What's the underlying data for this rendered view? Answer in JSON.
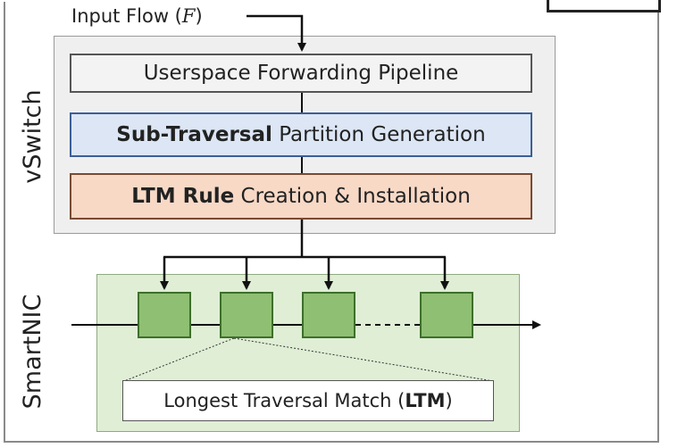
{
  "input": {
    "prefix": "Input Flow (",
    "symbol": "F",
    "suffix": ")"
  },
  "vswitch": {
    "label": "vSwitch",
    "stages": [
      {
        "plain": "Userspace Forwarding Pipeline"
      },
      {
        "bold": "Sub-Traversal",
        "plain": " Partition Generation"
      },
      {
        "bold": "LTM Rule",
        "plain": " Creation & Installation"
      }
    ]
  },
  "smartnic": {
    "label": "SmartNIC",
    "ltm": {
      "prefix": "Longest Traversal Match (",
      "bold": "LTM",
      "suffix": ")"
    }
  },
  "colors": {
    "stage1_fill": "#f3f3f3",
    "stage2_fill": "#dce6f5",
    "stage2_border": "#3b5f98",
    "stage3_fill": "#f7d9c6",
    "stage3_border": "#7a4a32",
    "smartnic_fill": "#dfeed5",
    "table_fill": "#8fbf72",
    "table_border": "#3d6f2b"
  }
}
